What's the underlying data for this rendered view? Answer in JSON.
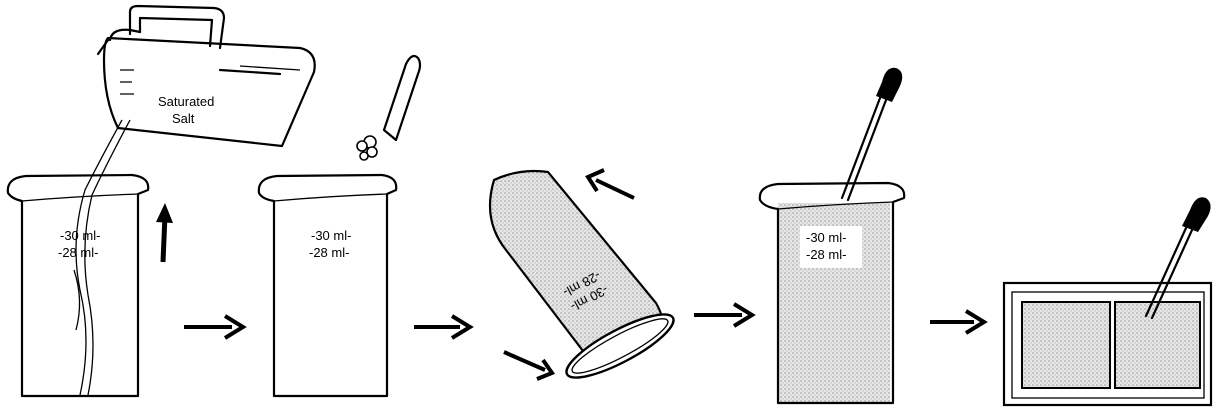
{
  "labels": {
    "pitcher_line1": "Saturated",
    "pitcher_line2": "Salt",
    "mark_30": "-30 ml-",
    "mark_28": "-28 ml-"
  },
  "colors": {
    "ink": "#000000",
    "stipple": "#cfcfcf",
    "background": "#ffffff"
  },
  "icons": {
    "step1": "beaker-pouring-icon",
    "step2": "beaker-with-cotton-swab-icon",
    "step3": "tilted-beaker-icon",
    "step4": "beaker-with-dropper-icon",
    "step5": "counting-chamber-with-dropper-icon",
    "flow": "right-arrow-icon"
  }
}
